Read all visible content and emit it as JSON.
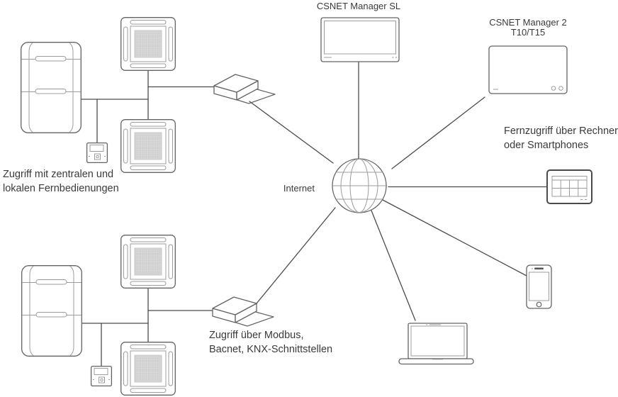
{
  "colors": {
    "background": "#ffffff",
    "line": "#4b4b4b",
    "device_stroke": "#636363",
    "detail_stroke": "#9c9c9c",
    "mesh_fill": "#d9d9d9",
    "mesh_grid": "#c2c2c2",
    "text": "#3a3a3a"
  },
  "labels": {
    "csnet_manager_sl": "CSNET Manager SL",
    "csnet_manager_2": {
      "line1": "CSNET Manager 2",
      "line2": "T10/T15"
    },
    "internet": "Internet",
    "zugriff_fernbedienungen": {
      "line1": "Zugriff mit zentralen und",
      "line2": "lokalen Fernbedienungen"
    },
    "fernzugriff": {
      "line1": "Fernzugriff über Rechner",
      "line2": "oder Smartphones"
    },
    "zugriff_modbus": {
      "line1": "Zugriff über Modbus,",
      "line2": "Bacnet, KNX-Schnittstellen"
    }
  },
  "icons": [
    {
      "name": "outdoor-unit-icon",
      "count": 2
    },
    {
      "name": "cassette-indoor-unit-icon",
      "count": 4
    },
    {
      "name": "wall-remote-icon",
      "count": 2
    },
    {
      "name": "gateway-box-icon",
      "count": 2
    },
    {
      "name": "internet-globe-icon",
      "count": 1
    },
    {
      "name": "monitor-icon",
      "count": 1
    },
    {
      "name": "control-panel-icon",
      "count": 1
    },
    {
      "name": "touch-panel-icon",
      "count": 1
    },
    {
      "name": "smartphone-icon",
      "count": 1
    },
    {
      "name": "laptop-icon",
      "count": 1
    }
  ]
}
